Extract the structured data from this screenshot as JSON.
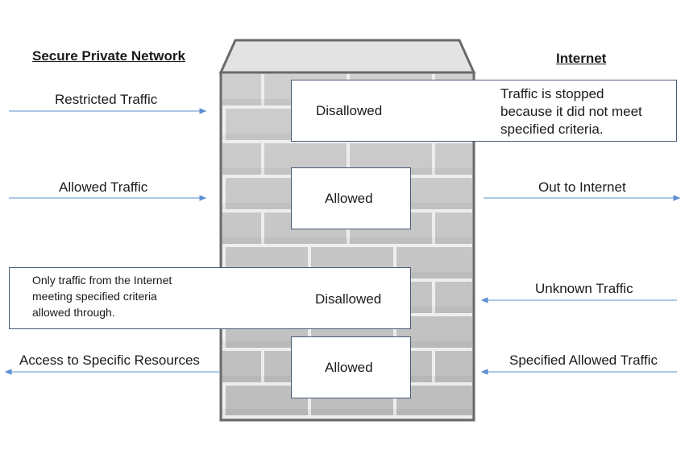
{
  "headings": {
    "left": "Secure Private Network",
    "right": "Internet"
  },
  "left_labels": {
    "restricted": "Restricted Traffic",
    "allowed": "Allowed Traffic",
    "access": "Access to Specific Resources"
  },
  "right_labels": {
    "out": "Out to Internet",
    "unknown": "Unknown Traffic",
    "specified": "Specified Allowed Traffic"
  },
  "boxes": {
    "top_disallowed": "Disallowed",
    "top_note": [
      "Traffic is stopped",
      "because it did not meet",
      "specified criteria."
    ],
    "allowed_1": "Allowed",
    "bottom_disallowed": "Disallowed",
    "bottom_note": [
      "Only traffic from the Internet",
      "meeting specified criteria",
      "allowed through."
    ],
    "allowed_2": "Allowed"
  },
  "colors": {
    "arrow": "#5b8fd0",
    "wall_face": "#d6d6d6",
    "wall_top": "#e4e4e4",
    "mortar": "#f2f2f2",
    "outline": "#6a6a6a",
    "box_border": "#4a5a7a"
  }
}
